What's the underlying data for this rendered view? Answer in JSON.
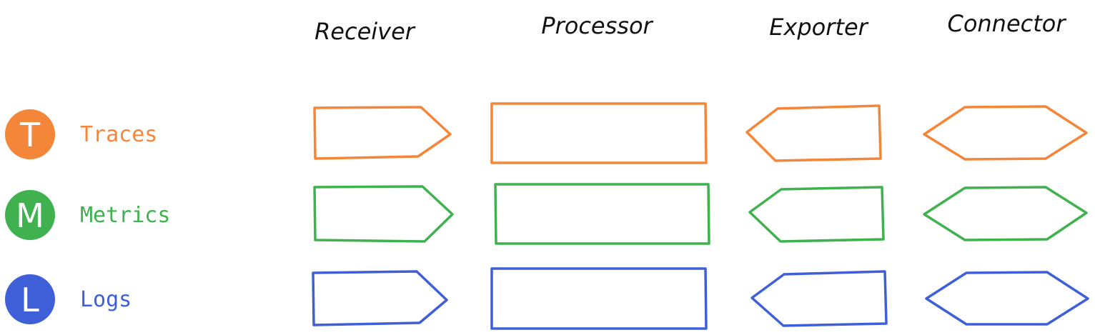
{
  "columns": {
    "receiver": "Receiver",
    "processor": "Processor",
    "exporter": "Exporter",
    "connector": "Connector"
  },
  "signals": {
    "traces": {
      "letter": "T",
      "label": "Traces",
      "color": "#F4863A"
    },
    "metrics": {
      "letter": "M",
      "label": "Metrics",
      "color": "#3FB24F"
    },
    "logs": {
      "letter": "L",
      "label": "Logs",
      "color": "#3E5FD8"
    }
  }
}
